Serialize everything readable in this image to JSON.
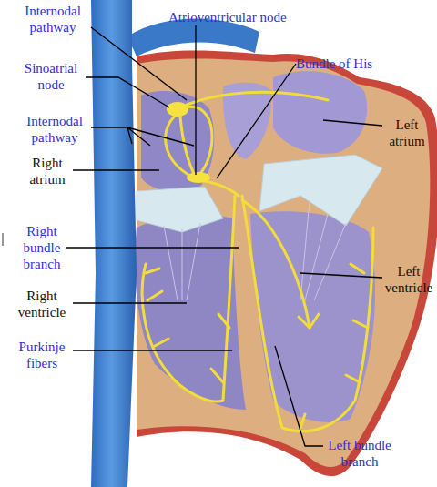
{
  "diagram": {
    "labels": [
      "Internodal pathway",
      "Atrioventricular node",
      "Bundle of His",
      "Sinoatrial node",
      "Left atrium",
      "Internodal pathway",
      "Right atrium",
      "Right bundle branch",
      "Left ventricle",
      "Right ventricle",
      "Purkinje fibers",
      "Left bundle branch"
    ]
  }
}
